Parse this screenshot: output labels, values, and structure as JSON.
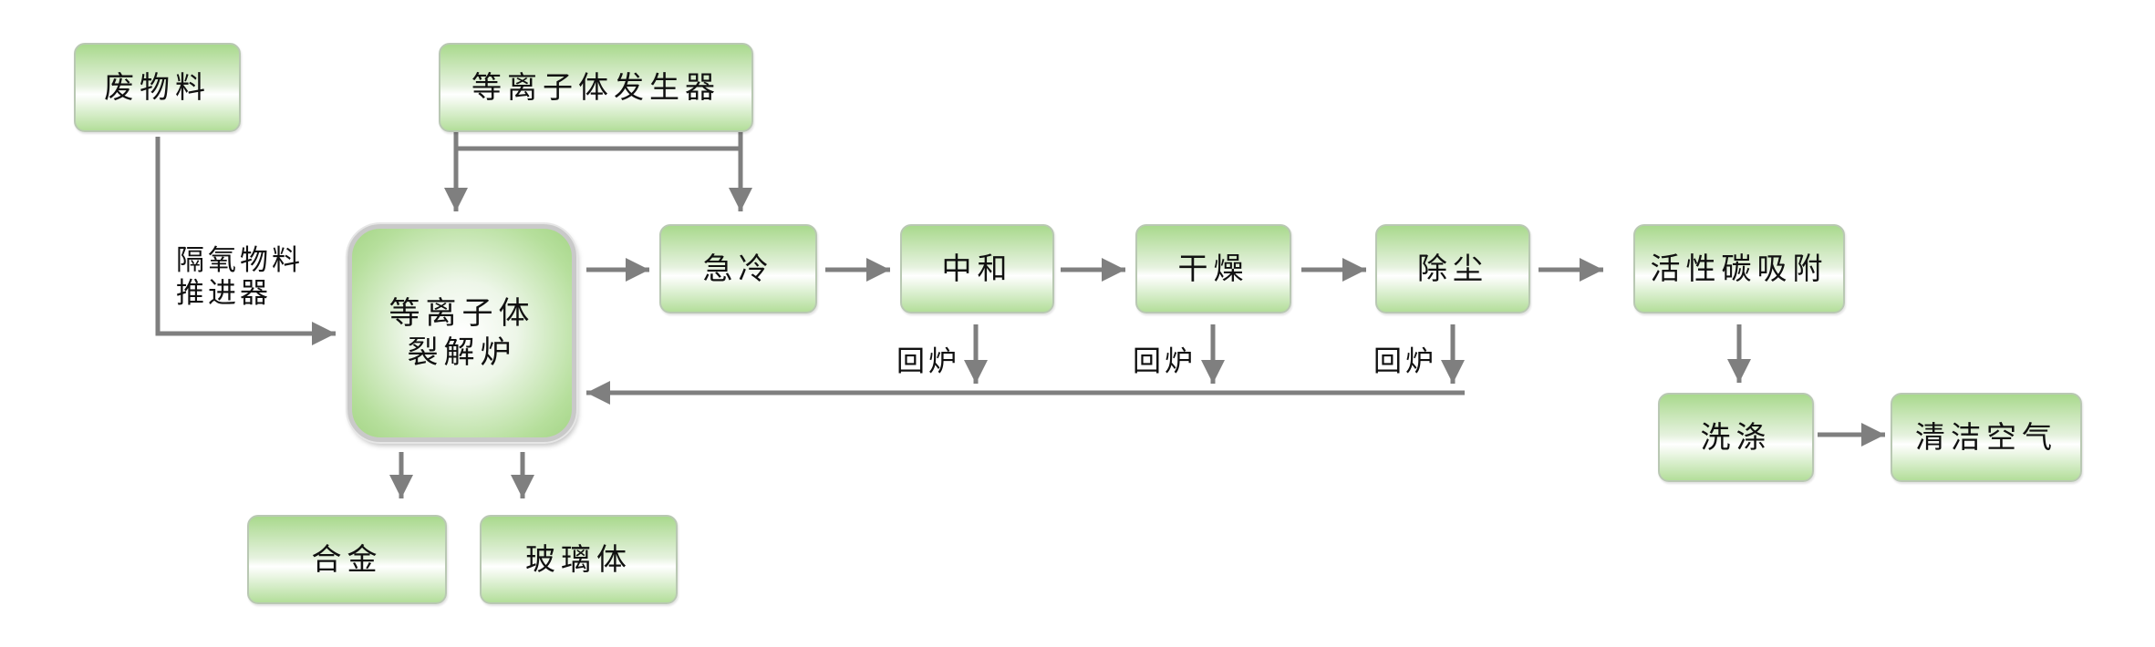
{
  "nodes": {
    "waste": "废物料",
    "plasma_generator": "等离子体发生器",
    "furnace_line1": "等离子体",
    "furnace_line2": "裂解炉",
    "quench": "急冷",
    "neutralize": "中和",
    "dry": "干燥",
    "dedust": "除尘",
    "activated_carbon": "活性碳吸附",
    "wash": "洗涤",
    "clean_air": "清洁空气",
    "alloy": "合金",
    "glass": "玻璃体"
  },
  "labels": {
    "feeder_line1": "隔氧物料",
    "feeder_line2": "推进器",
    "return_1": "回炉",
    "return_2": "回炉",
    "return_3": "回炉"
  },
  "colors": {
    "box_green": "#a9d98d",
    "arrow_gray": "#7f7f7f"
  }
}
